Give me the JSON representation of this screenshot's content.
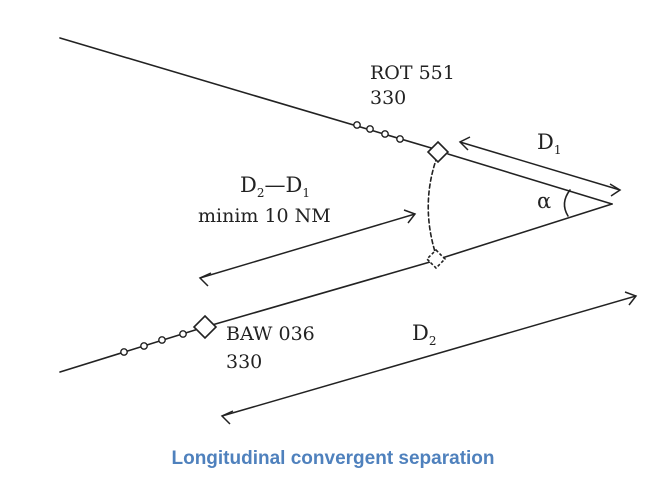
{
  "aircraft": [
    {
      "callsign": "ROT 551",
      "level": "330"
    },
    {
      "callsign": "BAW 036",
      "level": "330"
    }
  ],
  "labels": {
    "d1_letter": "D",
    "d1_sub": "1",
    "d2_letter": "D",
    "d2_sub": "2",
    "diff_left_letter": "D",
    "diff_left_sub": "2",
    "diff_dash": "—",
    "diff_right_letter": "D",
    "diff_right_sub": "1",
    "minimum_note": "minim 10 NM",
    "angle_symbol": "α"
  },
  "caption": "Longitudinal convergent separation",
  "colors": {
    "line": "#222222",
    "caption": "#4f81bd"
  }
}
